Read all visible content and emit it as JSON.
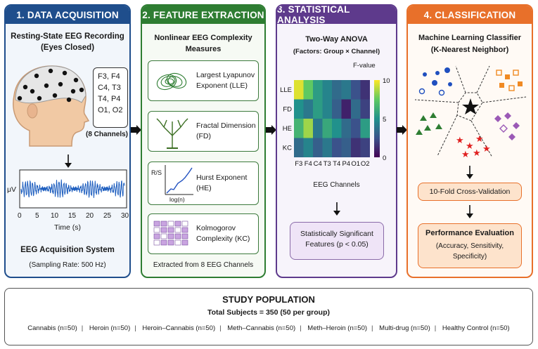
{
  "panel1": {
    "title": "1. DATA ACQUISITION",
    "heading1": "Resting-State EEG Recording",
    "heading2": "(Eyes Closed)",
    "channels": [
      "F3, F4",
      "C4, T3",
      "T4, P4",
      "O1, O2"
    ],
    "channel_count": "(8 Channels)",
    "signal_ylabel": "μV",
    "ticks": [
      "0",
      "5",
      "10",
      "15",
      "20",
      "25",
      "30"
    ],
    "xlabel": "Time (s)",
    "system_title": "EEG Acquisition System",
    "sampling": "(Sampling Rate: 500 Hz)"
  },
  "panel2": {
    "title": "2. FEATURE EXTRACTION",
    "heading1": "Nonlinear EEG Complexity",
    "heading2": "Measures",
    "features": [
      {
        "l1": "Largest Lyapunov",
        "l2": "Exponent (LLE)"
      },
      {
        "l1": "Fractal Dimension",
        "l2": "(FD)"
      },
      {
        "l1": "Hurst Exponent",
        "l2": "(HE)"
      },
      {
        "l1": "Kolmogorov",
        "l2": "Complexity (KC)"
      }
    ],
    "hurst_y": "R/S",
    "hurst_x": "log(n)",
    "footer": "Extracted from 8 EEG Channels"
  },
  "panel3": {
    "title": "3. STATISTICAL ANALYSIS",
    "heading1": "Two-Way ANOVA",
    "heading2": "(Factors: Group × Channel)",
    "heatmap_rows": [
      "LLE",
      "FD",
      "HE",
      "KC"
    ],
    "heatmap_cols": [
      "F3",
      "F4",
      "C4",
      "T3",
      "T4",
      "P4",
      "O1",
      "O2"
    ],
    "colorbar_title": "F-value",
    "colorbar_ticks": [
      "10",
      "5",
      "0"
    ],
    "xlabel": "EEG Channels",
    "result1": "Statistically Significant",
    "result2": "Features (p < 0.05)"
  },
  "panel4": {
    "title": "4. CLASSIFICATION",
    "heading1": "Machine Learning Classifier",
    "heading2": "(K-Nearest Neighbor)",
    "cv": "10-Fold Cross-Validation",
    "eval_title": "Performance Evaluation",
    "eval_l1": "(Accuracy, Sensitivity,",
    "eval_l2": "Specificity)"
  },
  "population": {
    "title": "STUDY POPULATION",
    "total": "Total Subjects = 350 (50 per group)",
    "groups": [
      "Cannabis (n=50)",
      "Heroin (n=50)",
      "Heroin–Cannabis (n=50)",
      "Meth–Cannabis (n=50)",
      "Meth–Heroin (n=50)",
      "Multi-drug (n=50)",
      "Healthy Control (n=50)"
    ]
  },
  "colors": {
    "acquisition": "#1f4e8c",
    "feature": "#2e7d32",
    "statistics": "#5e3a8c",
    "classification": "#e8702a"
  },
  "chart_data": {
    "type": "heatmap",
    "rows": [
      "LLE",
      "FD",
      "HE",
      "KC"
    ],
    "columns": [
      "F3",
      "F4",
      "C4",
      "T3",
      "T4",
      "P4",
      "O1",
      "O2"
    ],
    "values": [
      [
        9.5,
        7.5,
        5.5,
        4.5,
        3.5,
        4.0,
        2.5,
        1.5
      ],
      [
        5.0,
        4.0,
        5.5,
        4.5,
        3.0,
        1.0,
        3.5,
        2.0
      ],
      [
        6.5,
        8.5,
        4.0,
        6.0,
        5.0,
        3.5,
        2.5,
        5.5
      ],
      [
        3.5,
        4.5,
        3.0,
        4.0,
        2.5,
        3.0,
        1.5,
        2.0
      ]
    ],
    "colorbar_range": [
      0,
      10
    ],
    "xlabel": "EEG Channels"
  }
}
